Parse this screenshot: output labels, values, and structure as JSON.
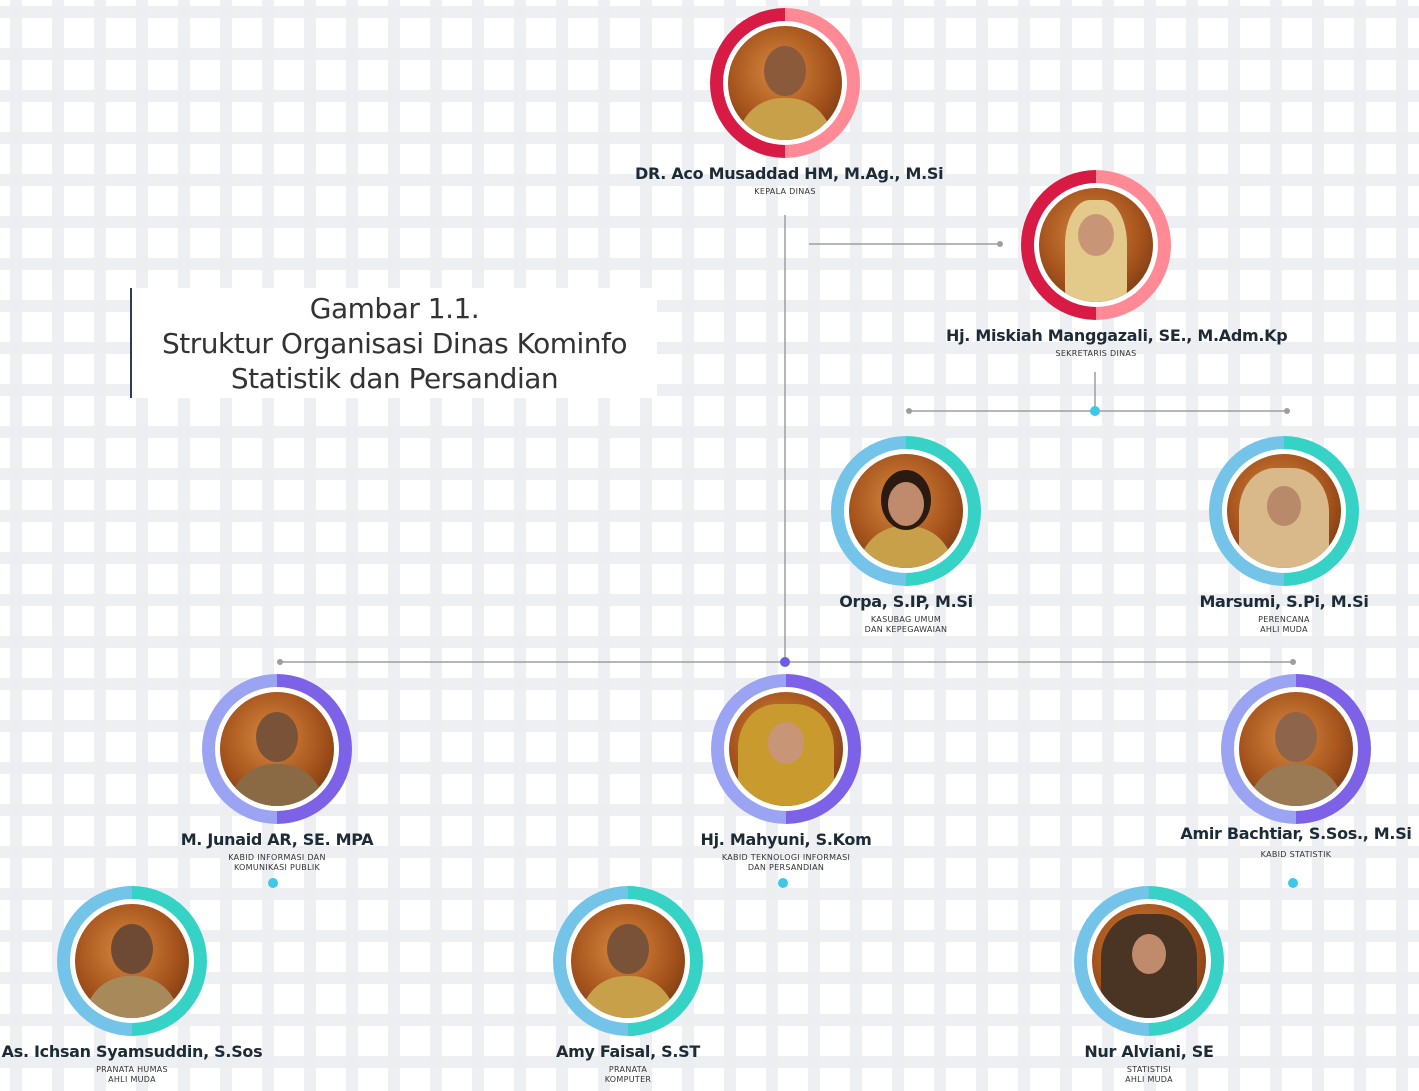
{
  "title": {
    "line1": "Gambar 1.1.",
    "line2": "Struktur Organisasi Dinas Kominfo",
    "line3": "Statistik dan Persandian"
  },
  "colors": {
    "red_ring": [
      "#ff8a96",
      "#d81b44"
    ],
    "cyan_ring": [
      "#37d2c6",
      "#74c4ea"
    ],
    "purple_ring": [
      "#7d62e8",
      "#9aa4f2"
    ],
    "connector": "#9e9e9e",
    "connector_dot_cyan": "#3cc8e6",
    "connector_dot_purple": "#6a5ee8"
  },
  "people": {
    "kepala": {
      "name": "DR. Aco Musaddad HM, M.Ag., M.Si",
      "role1": "KEPALA DINAS",
      "role2": ""
    },
    "sekretaris": {
      "name": "Hj. Miskiah Manggazali, SE., M.Adm.Kp",
      "role1": "SEKRETARIS DINAS",
      "role2": ""
    },
    "orpa": {
      "name": "Orpa, S.IP, M.Si",
      "role1": "KASUBAG UMUM",
      "role2": "DAN KEPEGAWAIAN"
    },
    "marsumi": {
      "name": "Marsumi, S.Pi, M.Si",
      "role1": "PERENCANA",
      "role2": "AHLI MUDA"
    },
    "junaid": {
      "name": "M. Junaid AR, SE. MPA",
      "role1": "KABID INFORMASI DAN",
      "role2": "KOMUNIKASI PUBLIK"
    },
    "mahyuni": {
      "name": "Hj. Mahyuni, S.Kom",
      "role1": "KABID TEKNOLOGI INFORMASI",
      "role2": "DAN PERSANDIAN"
    },
    "amir": {
      "name": "Amir Bachtiar, S.Sos., M.Si",
      "role1": "KABID STATISTIK",
      "role2": ""
    },
    "ichsan": {
      "name": "As. Ichsan Syamsuddin, S.Sos",
      "role1": "PRANATA HUMAS",
      "role2": "AHLI MUDA"
    },
    "amy": {
      "name": "Amy Faisal, S.ST",
      "role1": "PRANATA",
      "role2": "KOMPUTER"
    },
    "nur": {
      "name": "Nur Alviani, SE",
      "role1": "STATISTISI",
      "role2": "AHLI MUDA"
    }
  }
}
